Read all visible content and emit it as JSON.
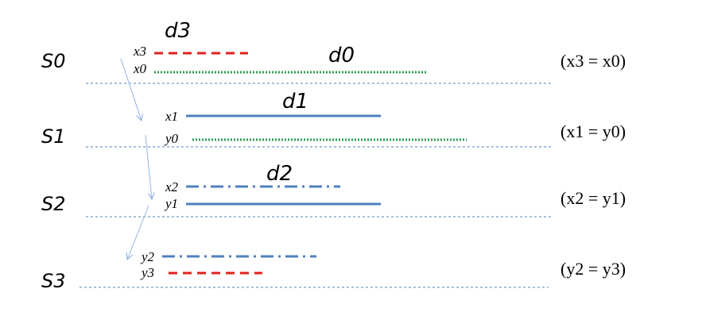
{
  "stages": [
    {
      "label": "S0",
      "equation": "(x3 = x0)"
    },
    {
      "label": "S1",
      "equation": "(x1 = y0)"
    },
    {
      "label": "S2",
      "equation": "(x2 = y1)"
    },
    {
      "label": "S3",
      "equation": "(y2 = y3)"
    }
  ],
  "intervals": {
    "d0": "d0",
    "d1": "d1",
    "d2": "d2",
    "d3": "d3"
  },
  "points": {
    "x0": "x0",
    "x1": "x1",
    "x2": "x2",
    "x3": "x3",
    "y0": "y0",
    "y1": "y1",
    "y2": "y2",
    "y3": "y3"
  },
  "colors": {
    "d0": "#2e9e4f",
    "d1": "#4f81bd",
    "d2": "#4f81bd",
    "d3": "#e0201b",
    "separator": "#4f81bd",
    "arrow": "#8eb4e3"
  }
}
